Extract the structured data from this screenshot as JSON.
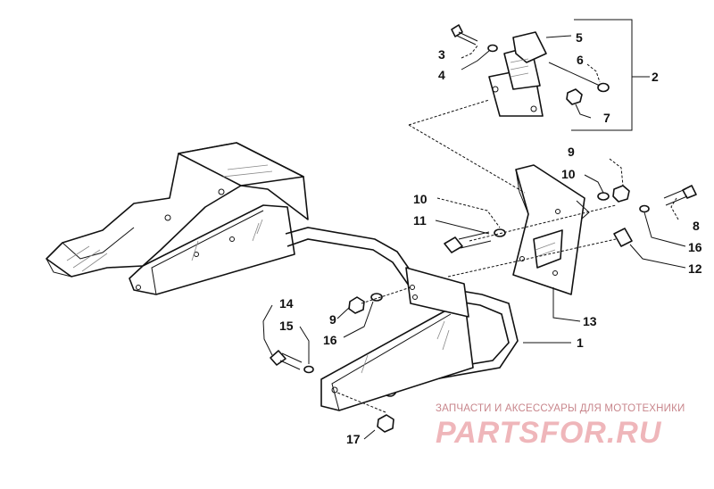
{
  "callouts": [
    {
      "id": "label-5",
      "text": "5"
    },
    {
      "id": "label-3",
      "text": "3"
    },
    {
      "id": "label-6",
      "text": "6"
    },
    {
      "id": "label-4",
      "text": "4"
    },
    {
      "id": "label-2",
      "text": "2"
    },
    {
      "id": "label-7",
      "text": "7"
    },
    {
      "id": "label-9a",
      "text": "9"
    },
    {
      "id": "label-10a",
      "text": "10"
    },
    {
      "id": "label-10b",
      "text": "10"
    },
    {
      "id": "label-8",
      "text": "8"
    },
    {
      "id": "label-11",
      "text": "11"
    },
    {
      "id": "label-16a",
      "text": "16"
    },
    {
      "id": "label-12",
      "text": "12"
    },
    {
      "id": "label-14",
      "text": "14"
    },
    {
      "id": "label-13",
      "text": "13"
    },
    {
      "id": "label-15",
      "text": "15"
    },
    {
      "id": "label-9b",
      "text": "9"
    },
    {
      "id": "label-16b",
      "text": "16"
    },
    {
      "id": "label-1",
      "text": "1"
    },
    {
      "id": "label-17",
      "text": "17"
    }
  ],
  "watermark": {
    "caption": "ЗАПЧАСТИ И АКСЕССУАРЫ ДЛЯ МОТОТЕХНИКИ",
    "logo": "PARTSFOR.RU"
  },
  "colors": {
    "line": "#111111",
    "watermark_caption": "#c8868c",
    "watermark_logo": "#efb6ba"
  }
}
